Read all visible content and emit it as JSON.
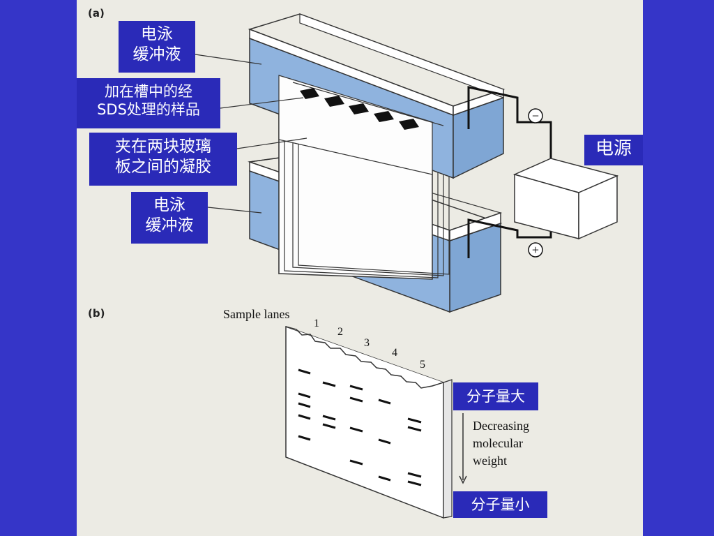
{
  "panel_a": {
    "tag": "(a)",
    "labels": {
      "buffer_top": [
        "电泳",
        "缓冲液"
      ],
      "sample": [
        "加在槽中的经",
        "SDS处理的样品"
      ],
      "gel": [
        "夹在两块玻璃",
        "板之间的凝胶"
      ],
      "buffer_bottom": [
        "电泳",
        "缓冲液"
      ],
      "power": "电源"
    },
    "minus": "−",
    "plus": "+"
  },
  "panel_b": {
    "tag": "(b)",
    "sample_lanes": "Sample lanes",
    "lane_numbers": [
      "1",
      "2",
      "3",
      "4",
      "5"
    ],
    "high_mw": "分子量大",
    "low_mw": "分子量小",
    "arrow_text": [
      "Decreasing",
      "molecular",
      "weight"
    ]
  },
  "colors": {
    "background": "#3535c8",
    "label_box": "#2a2ab8",
    "buffer": "#8fb3de",
    "panel": "#ecebe4"
  }
}
